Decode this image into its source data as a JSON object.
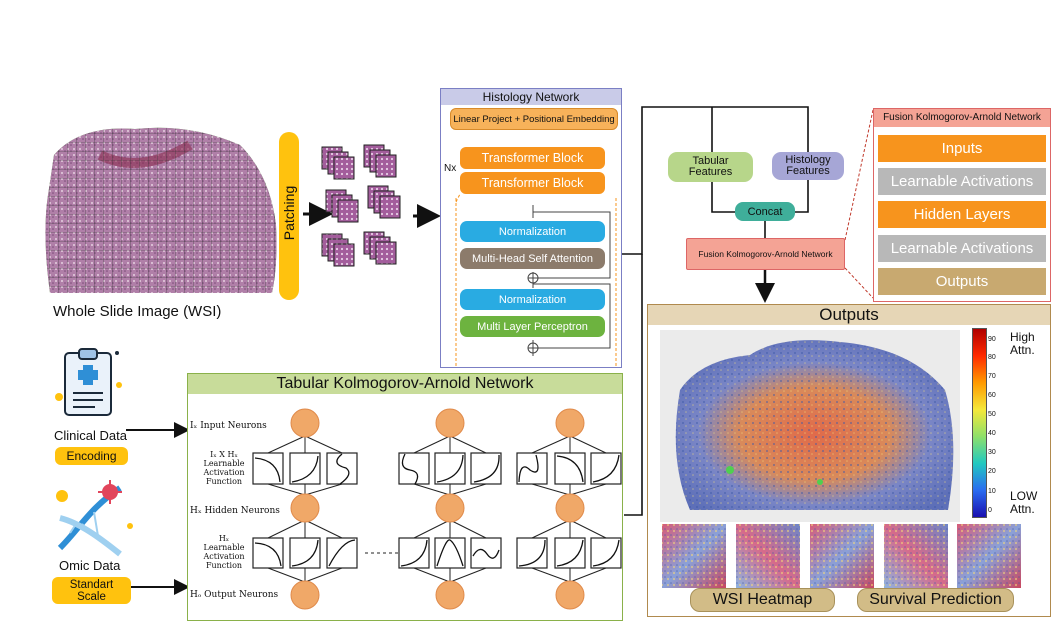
{
  "wsi": {
    "label": "Whole Slide Image (WSI)"
  },
  "patching": {
    "label": "Patching"
  },
  "histology_network": {
    "title": "Histology Network",
    "embedding": "Linear Project + Positional Embedding",
    "nx": "Nx",
    "block1": "Transformer Block",
    "block2": "Transformer Block",
    "norm1": "Normalization",
    "mhsa": "Multi-Head Self Attention",
    "norm2": "Normalization",
    "mlp": "Multi Layer Perceptron"
  },
  "clinical": {
    "label": "Clinical Data",
    "badge": "Encoding"
  },
  "omic": {
    "label": "Omic Data",
    "badge_line1": "Standart",
    "badge_line2": "Scale"
  },
  "tabular_kan": {
    "title": "Tabular Kolmogorov-Arnold Network",
    "input_neurons": "Iₓ Input Neurons",
    "act1_line1": "Iₓ X Hₓ",
    "act1_line2": "Learnable",
    "act1_line3": "Activation",
    "act1_line4": "Function",
    "hidden_neurons": "Hₓ Hidden Neurons",
    "act2_line1": "Hₓ",
    "act2_line2": "Learnable",
    "act2_line3": "Activation",
    "act2_line4": "Function",
    "output_neurons": "Hₒ Output Neurons"
  },
  "fusion": {
    "tabular_line1": "Tabular",
    "tabular_line2": "Features",
    "histology_line1": "Histology",
    "histology_line2": "Features",
    "concat": "Concat",
    "fkan": "Fusion Kolmogorov-Arnold Network"
  },
  "fkan_detail": {
    "title": "Fusion Kolmogorov-Arnold Network",
    "inputs": "Inputs",
    "act1": "Learnable Activations",
    "hidden": "Hidden Layers",
    "act2": "Learnable Activations",
    "outputs": "Outputs"
  },
  "outputs": {
    "title": "Outputs",
    "high_line1": "High",
    "high_line2": "Attn.",
    "low_line1": "LOW",
    "low_line2": "Attn.",
    "colorbar_ticks": [
      "90",
      "80",
      "70",
      "60",
      "50",
      "40",
      "30",
      "20",
      "10",
      "0"
    ],
    "heatmap_label": "WSI Heatmap",
    "survival_label": "Survival Prediction"
  },
  "colors": {
    "orange": "#f7941d",
    "yellow": "#ffc20e",
    "green_block": "#6db33f",
    "blue_block": "#29abe2",
    "brown_block": "#8c7b6b",
    "salmon": "#f4a395",
    "teal": "#3fae9a",
    "lavender": "#a6a6d6",
    "olive_green": "#b7d68a",
    "tan": "#d2bc87",
    "node": "#f0a868"
  }
}
